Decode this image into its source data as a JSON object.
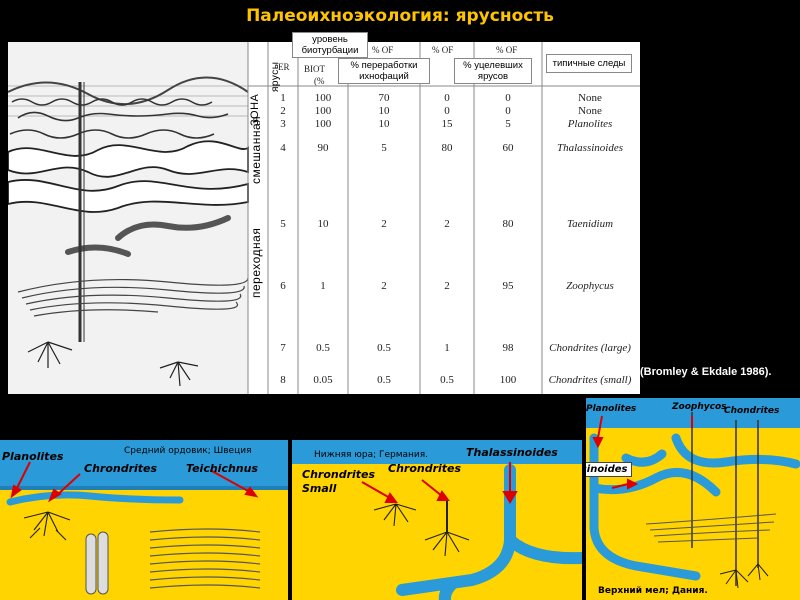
{
  "title": "Палеоихноэкология: ярусность",
  "headers": {
    "level": "уровень биотурбации",
    "tiers": "ярусы",
    "reworked": "% переработки ихнофаций",
    "survived": "% уцелевших ярусов",
    "traces": "типичные следы",
    "zone": "ЗОНА",
    "orig_pct_of_1": "% OF",
    "orig_pct_of_2": "% OF",
    "orig_pct_of_3": "% OF",
    "orig_biot": "BIOT",
    "orig_pct": "(%",
    "orig_er": "ER"
  },
  "zones": {
    "mixed": "смешанная",
    "transitional": "переходная"
  },
  "table": {
    "rows": [
      {
        "tier": "1",
        "biot": "100",
        "rework": "70",
        "surv1": "0",
        "surv2": "0",
        "trace": "None",
        "italic": false
      },
      {
        "tier": "2",
        "biot": "100",
        "rework": "10",
        "surv1": "0",
        "surv2": "0",
        "trace": "None",
        "italic": false
      },
      {
        "tier": "3",
        "biot": "100",
        "rework": "10",
        "surv1": "15",
        "surv2": "5",
        "trace": "Planolites",
        "italic": true
      },
      {
        "tier": "4",
        "biot": "90",
        "rework": "5",
        "surv1": "80",
        "surv2": "60",
        "trace": "Thalassinoides",
        "italic": true
      },
      {
        "tier": "5",
        "biot": "10",
        "rework": "2",
        "surv1": "2",
        "surv2": "80",
        "trace": "Taenidium",
        "italic": true
      },
      {
        "tier": "6",
        "biot": "1",
        "rework": "2",
        "surv1": "2",
        "surv2": "95",
        "trace": "Zoophycus",
        "italic": true
      },
      {
        "tier": "7",
        "biot": "0.5",
        "rework": "0.5",
        "surv1": "1",
        "surv2": "98",
        "trace": "Chondrites (large)",
        "italic": true
      },
      {
        "tier": "8",
        "biot": "0.05",
        "rework": "0.5",
        "surv1": "0.5",
        "surv2": "100",
        "trace": "Chondrites (small)",
        "italic": true
      }
    ]
  },
  "citation": "(Bromley & Ekdale 1986).",
  "panel1": {
    "caption": "Средний ордовик; Швеция",
    "labels": {
      "planolites": "Planolites",
      "chondrites": "Chrondrites",
      "teichichnus": "Teichichnus"
    }
  },
  "panel2": {
    "caption": "Нижняя юра; Германия.",
    "labels": {
      "thalassinoides": "Thalassinoides",
      "chondrites_small_1": "Chrondrites",
      "chondrites_small_2": "Small",
      "chondrites": "Chrondrites"
    }
  },
  "panel3": {
    "caption": "Верхний мел; Дания.",
    "labels": {
      "planolites": "Planolites",
      "zoophycos": "Zoophycos",
      "chondrites": "Chondrites",
      "thalassinoides": "Thalassinoides"
    }
  },
  "colors": {
    "title": "#ffc400",
    "sediment": "#ffd400",
    "burrow": "#2a9ad8",
    "water": "#2a9ad8"
  }
}
